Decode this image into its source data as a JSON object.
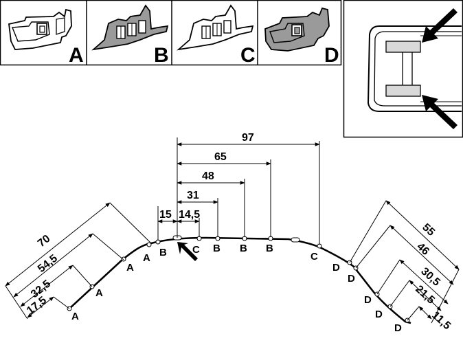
{
  "panels": [
    {
      "letter": "A",
      "fill": "#ffffff"
    },
    {
      "letter": "B",
      "fill": "#9a9a9a"
    },
    {
      "letter": "C",
      "fill": "#ffffff"
    },
    {
      "letter": "D",
      "fill": "#9a9a9a"
    }
  ],
  "dimensions": {
    "top": [
      "97",
      "65",
      "48",
      "31",
      "15",
      "14,5"
    ],
    "left": [
      "70",
      "54,5",
      "32,5",
      "17,5"
    ],
    "right": [
      "55",
      "46",
      "30,5",
      "21,5",
      "11,5"
    ]
  },
  "point_labels": {
    "left": [
      "A",
      "A",
      "A",
      "A"
    ],
    "top": [
      "B",
      "C",
      "B",
      "B",
      "B",
      "C"
    ],
    "right": [
      "D",
      "D",
      "D",
      "D",
      "D"
    ]
  },
  "colors": {
    "line": "#000000",
    "gray": "#9a9a9a",
    "light": "#d9d9d9"
  }
}
